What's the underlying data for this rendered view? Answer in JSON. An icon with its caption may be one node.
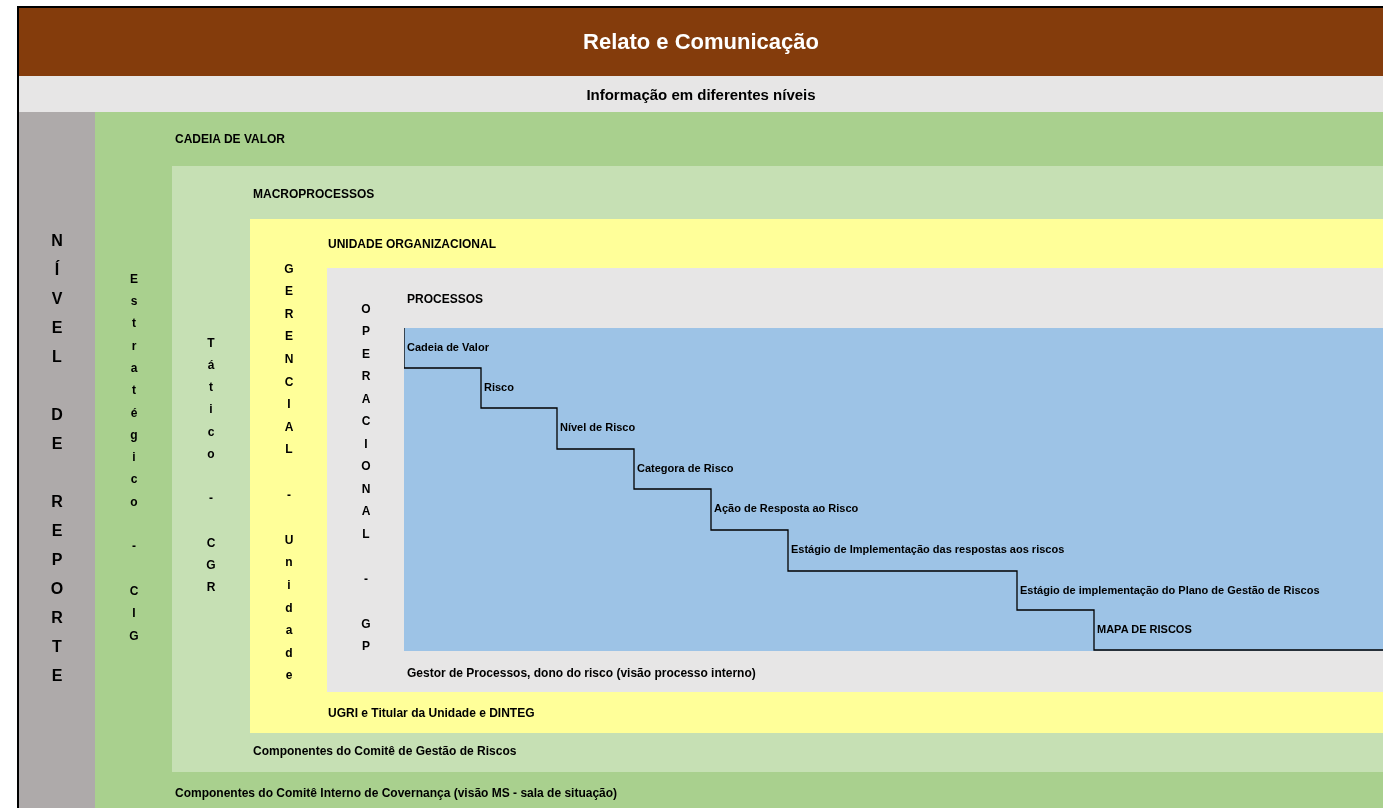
{
  "diagram": {
    "title": "Relato e Comunicação",
    "nodes": [
      {
        "text": [
          "Informação em diferentes níveis"
        ]
      },
      {
        "text": [
          "NÍVEL DE REPORTE"
        ]
      },
      {
        "text": [
          "CADEIA DE VALOR",
          "Estratégico - CIG",
          "Componentes do Comitê Interno de Covernança (visão MS - sala de situação)"
        ]
      },
      {
        "text": [
          "MACROPROCESSOS",
          "Tático - CGR",
          "Componentes do Comitê de Gestão de Riscos"
        ],
        "in": 2
      },
      {
        "text": [
          "UNIDADE ORGANIZACIONAL",
          "GERENCIAL - Unidade",
          "UGRI e Titular da Unidade e DINTEG"
        ],
        "in": 3
      },
      {
        "text": [
          "PROCESSOS",
          "OPERACIONAL - GP",
          "Gestor de Processos, dono do risco (visão processo interno)"
        ],
        "in": 4
      },
      {
        "text": [
          "Cadeia de Valor",
          "Risco",
          "Nível de Risco",
          "Categora de Risco",
          "Ação de Resposta ao Risco",
          "Estágio de Implementação das respostas aos riscos",
          "Estágio de implementação do Plano de Gestão de Riscos",
          "MAPA DE RISCOS"
        ],
        "in": 5
      }
    ]
  }
}
